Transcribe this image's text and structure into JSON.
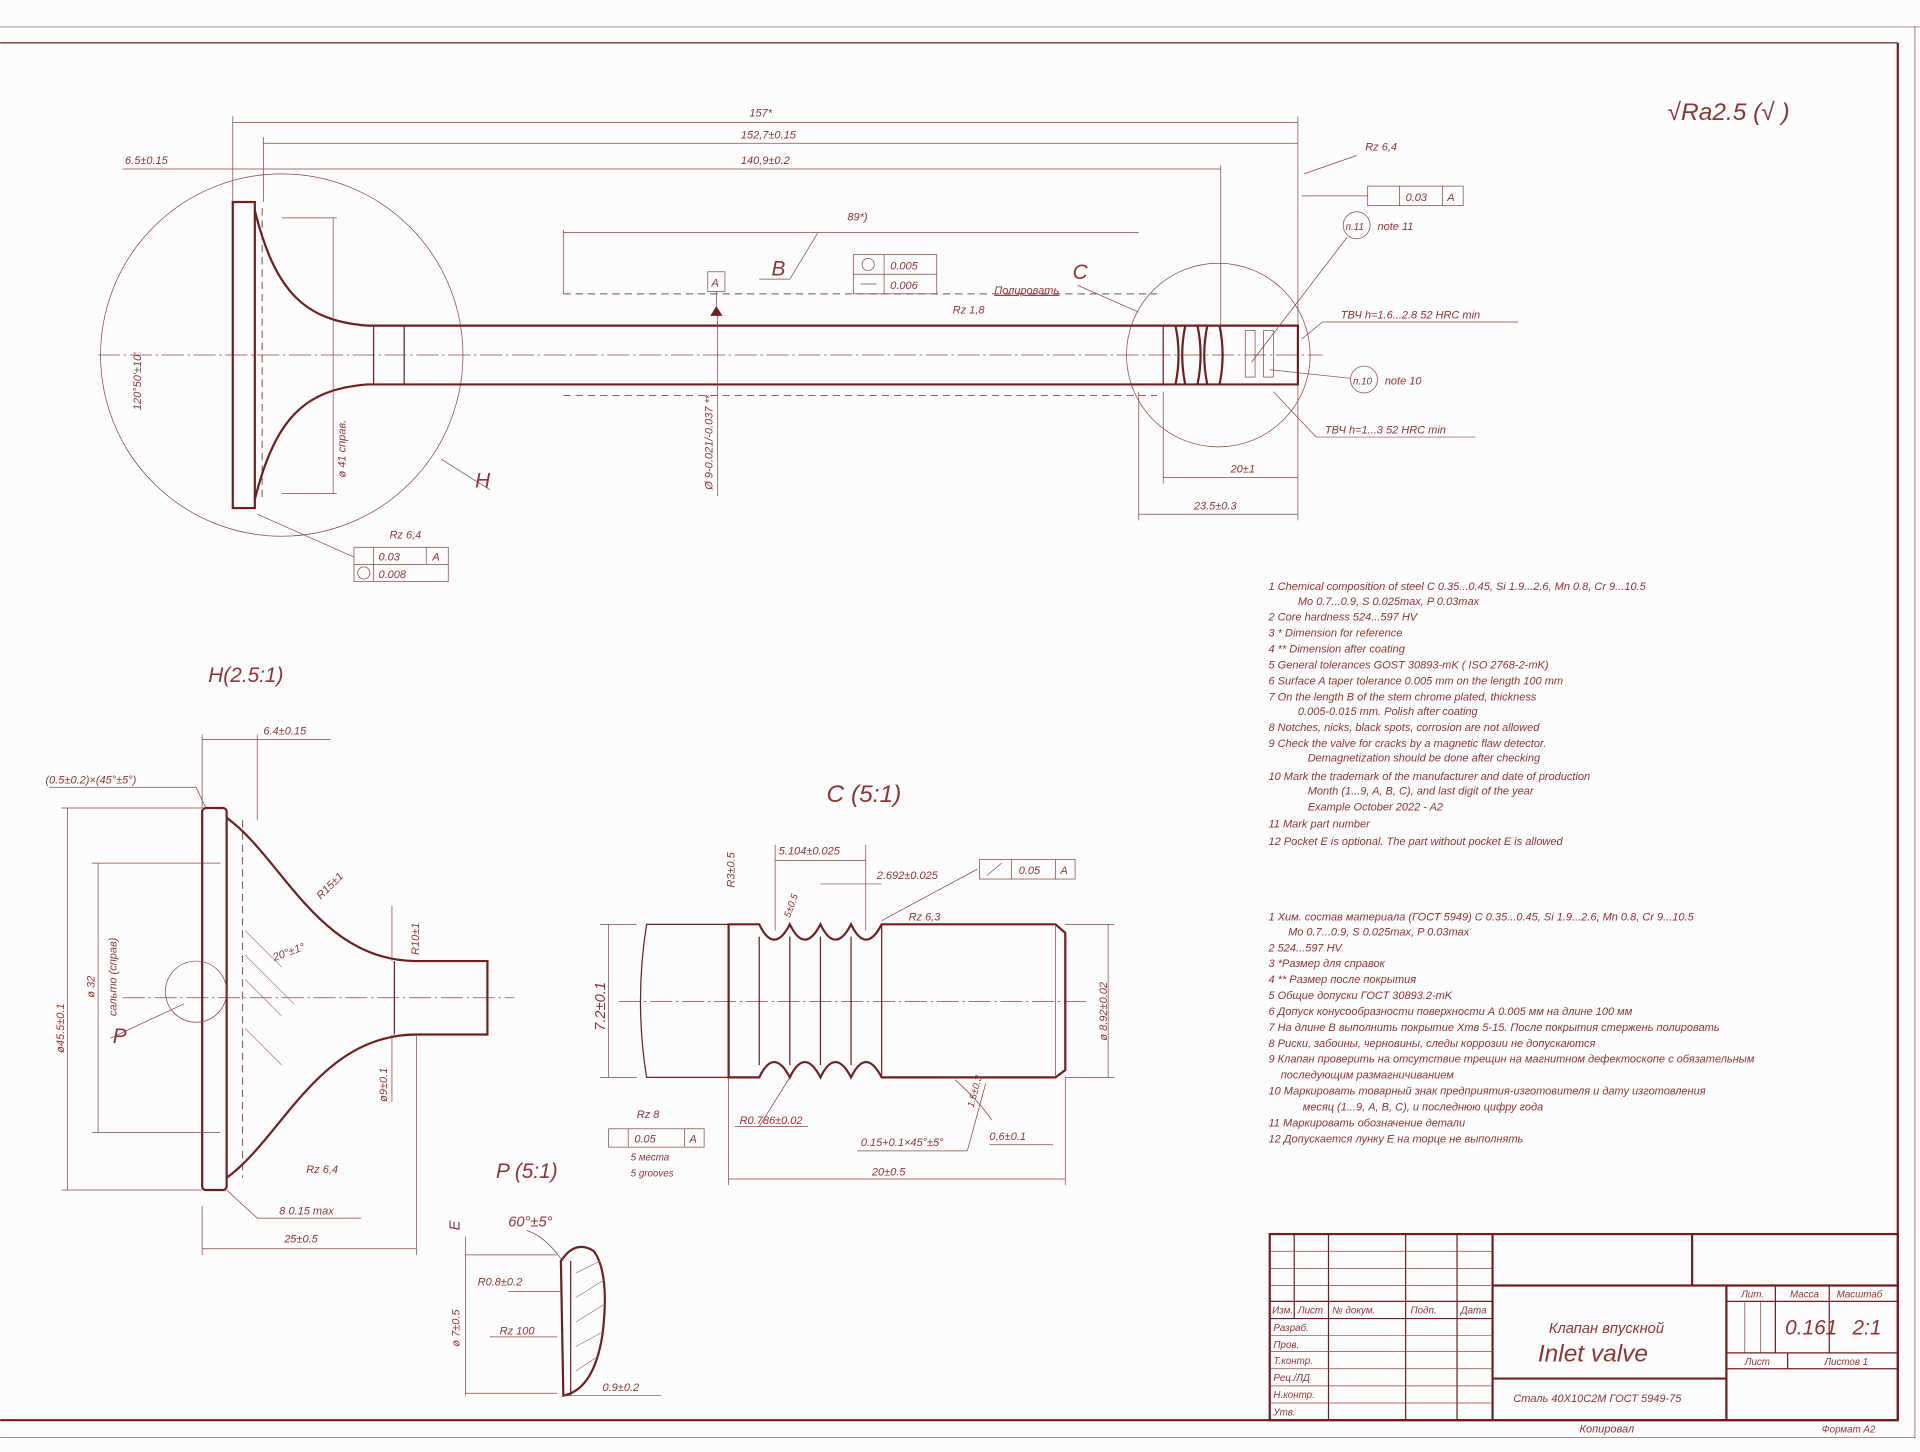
{
  "sheet": {
    "roughness_general": "√Ra2.5 (√ )",
    "copied_label": "Копировал",
    "format_label": "Формат A2"
  },
  "main_view": {
    "dim_overall": "157*",
    "dim_152": "152,7±0.15",
    "dim_140": "140,9±0.2",
    "dim_head": "6.5±0.15",
    "dim_b_len": "89*)",
    "label_b": "B",
    "label_c": "C",
    "label_h": "H",
    "datum_a": "A",
    "fcf_round": "0.005",
    "fcf_straight": "0.006",
    "polish": "Полировать",
    "rough_stem": "Rz 1,8",
    "stem_dia": "Ø 9-0.021/-0.037 **",
    "seat_angle": "120°50'±10'",
    "seat_dia": "ø 41 справ.",
    "rough_seat": "Rz 6,4",
    "fcf_runout_seat": "0.03",
    "fcf_runout_seat_datum": "A",
    "fcf_round_seat": "0.008",
    "rough_end": "Rz 6,4",
    "fcf_runout_end": "0.03",
    "fcf_runout_end_datum": "A",
    "note11_tag": "п.11",
    "note11_label": "note 11",
    "note10_tag": "п.10",
    "note10_label": "note 10",
    "hardening1": "ТВЧ h=1.6...2.8 52 HRC min",
    "hardening2": "ТВЧ h=1...3 52 HRC min",
    "dim_20": "20±1",
    "dim_235": "23.5±0.3"
  },
  "detail_h": {
    "title": "H(2.5:1)",
    "dim_64": "6.4±0.15",
    "chamfer": "(0.5±0.2)×(45°±5°)",
    "dia_455": "ø45.5±0.1",
    "dia_32": "ø 32",
    "calib": "сальто (справ)",
    "r15": "R15±1",
    "angle20": "20°±1°",
    "r10": "R10±1",
    "dia_9": "ø9±0.1",
    "label_p": "P",
    "rough": "Rz 6,4",
    "dim_8": "8  0.15 max",
    "dim_25": "25±0.5"
  },
  "detail_c": {
    "title": "C (5:1)",
    "dim_5104": "5.104±0.025",
    "dim_2692": "2.692±0.025",
    "fcf_val": "0.05",
    "fcf_datum": "A",
    "r3": "R3±0.5",
    "dim_5": "5±0.5",
    "rough_top": "Rz 6,3",
    "dim_72": "7.2±0.1",
    "dia_892": "ø 8.92±0.02",
    "dim_15": "1.5±0.3",
    "rough_bottom": "Rz 8",
    "fcf2_val": "0.05",
    "fcf2_datum": "A",
    "grooves_ru": "5 места",
    "grooves_en": "5 grooves",
    "r0786": "R0.786±0.02",
    "chamfer": "0.15+0.1×45°±5°",
    "dim_06": "0.6±0.1",
    "dim_20": "20±0.5"
  },
  "detail_p": {
    "title": "P (5:1)",
    "angle": "60°±5°",
    "r08": "R0.8±0.2",
    "dia_7": "ø 7±0.5",
    "rough": "Rz 100",
    "dim_09": "0.9±0.2",
    "label_e": "E"
  },
  "notes_en": [
    "1  Chemical composition of steel  C 0.35...0.45, Si 1.9...2.6, Mn 0.8, Cr 9...10.5",
    "Mo 0.7...0.9, S 0.025max, P 0.03max",
    "2  Core hardness 524...597 HV",
    "3  * Dimension for reference",
    "4  ** Dimension after coating",
    "5  General tolerances GOST 30893-mK ( ISO 2768-2-mK)",
    "6  Surface A taper tolerance 0.005 mm on the length 100 mm",
    "7  On the length B of the stem chrome plated, thickness",
    "0.005-0.015 mm.  Polish after coating",
    "8  Notches, nicks, black spots, corrosion are not allowed",
    "9  Check the valve for cracks by a magnetic flaw detector.",
    "Demagnetization should be done after checking",
    "10  Mark the trademark of the manufacturer  and date of production",
    "Month (1...9, A, B, C), and last digit of the year",
    "Example October 2022 - A2",
    "11  Mark part number",
    "12  Pocket E is optional.  The part without pocket E is allowed"
  ],
  "notes_ru": [
    "1  Хим. состав материала (ГОСТ 5949)  C 0.35...0.45, Si 1.9...2.6, Mn 0.8, Cr 9...10.5",
    "Mo 0.7...0.9, S 0.025max, P 0.03max",
    "2  524...597 HV",
    "3  *Размер для справок",
    "4  ** Размер после покрытия",
    "5  Общие допуски ГОСТ 30893.2-mK",
    "6  Допуск конусообразности поверхности А 0.005 мм на длине 100 мм",
    "7  На длине В выполнить покрытие Хтв 5-15. После покрытия стержень полировать",
    "8  Риски, забоины, черновины, следы коррозии не допускаются",
    "9  Клапан проверить на отсутствие трещин на магнитном дефектоскопе с обязательным",
    "последующим размагничиванием",
    "10  Маркировать товарный знак предприятия-изготовителя и дату изготовления",
    "месяц (1...9, A, B, C), и последнюю цифру года",
    "11  Маркировать обозначение детали",
    "12  Допускается лунку Е на торце не выполнять"
  ],
  "title_block": {
    "col_headers": [
      "Изм.",
      "Лист",
      "№ докум.",
      "Подп.",
      "Дата"
    ],
    "roles": [
      "Разраб.",
      "Пров.",
      "Т.контр.",
      "Рец./ЛД",
      "Н.контр.",
      "Утв."
    ],
    "name_ru": "Клапан впускной",
    "name_en": "Inlet valve",
    "material": "Сталь 40Х10С2М ГОСТ 5949-75",
    "lit_label": "Лит.",
    "mass_label": "Масса",
    "scale_label": "Масштаб",
    "mass": "0.161",
    "scale": "2:1",
    "sheet_label": "Лист",
    "sheets_label": "Листов 1"
  }
}
